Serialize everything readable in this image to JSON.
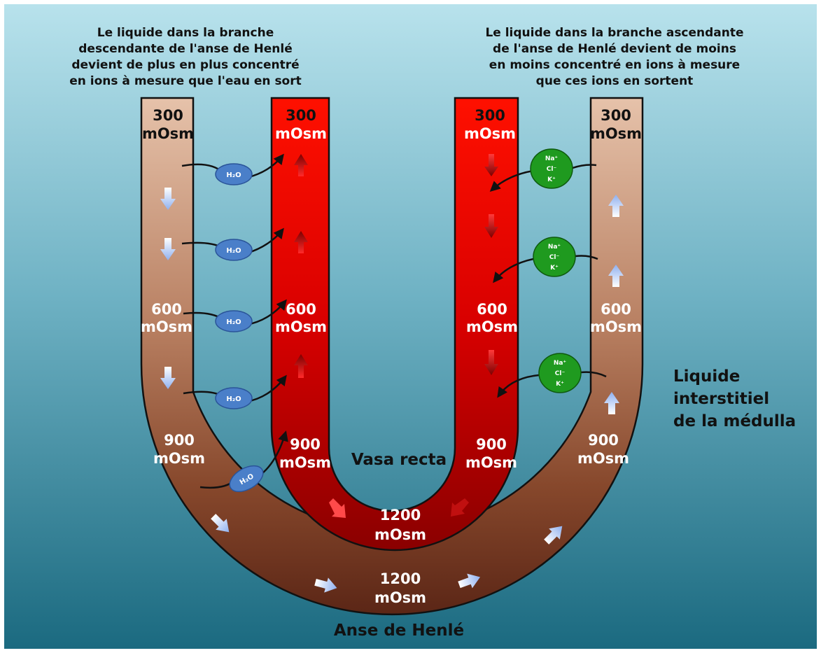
{
  "captions": {
    "left": [
      "Le liquide dans la branche",
      "descendante de l'anse de Henlé",
      "devient de plus en plus concentré",
      "en ions à mesure que l'eau en sort"
    ],
    "right": [
      "Le liquide dans la branche ascendante",
      "de l'anse de Henlé devient de moins",
      "en moins concentré en ions à mesure",
      "que ces ions en sortent"
    ]
  },
  "osmolarity": {
    "unit": "mOsm",
    "desc_300": "300",
    "desc_600": "600",
    "desc_900": "900",
    "vasa_left_300": "300",
    "vasa_left_600": "600",
    "vasa_left_900": "900",
    "vasa_right_300": "300",
    "vasa_right_600": "600",
    "vasa_right_900": "900",
    "asc_300": "300",
    "asc_600": "600",
    "asc_900": "900",
    "vasa_bottom": "1200",
    "loop_bottom": "1200"
  },
  "labels": {
    "vasa_recta": "Vasa recta",
    "anse_de_henle": "Anse de Henlé",
    "interstitial": [
      "Liquide",
      "interstitiel",
      "de la médulla"
    ]
  },
  "molecules": {
    "water": "H₂O",
    "ions": [
      "Na⁺",
      "Cl⁻",
      "K⁺"
    ]
  },
  "colors": {
    "background_top": "#a9d9e6",
    "background_bottom": "#1d6f85",
    "loop_light": "#e0b8a0",
    "loop_dark": "#5a2a18",
    "vasa_light": "#f40000",
    "vasa_dark": "#8b0000",
    "water_bubble": "#4a7fc9",
    "ion_bubble": "#1f9a1f"
  }
}
